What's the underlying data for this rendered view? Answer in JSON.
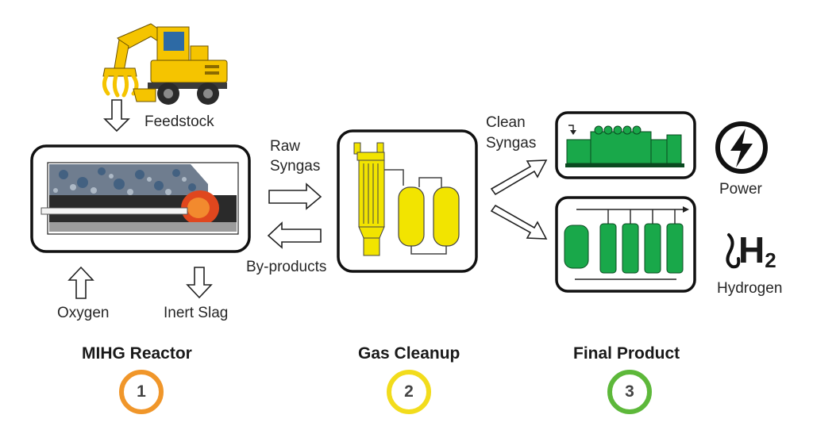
{
  "labels": {
    "feedstock": "Feedstock",
    "raw_syngas_line1": "Raw",
    "raw_syngas_line2": "Syngas",
    "by_products": "By-products",
    "clean_syngas_line1": "Clean",
    "clean_syngas_line2": "Syngas",
    "oxygen": "Oxygen",
    "inert_slag": "Inert Slag",
    "power": "Power",
    "hydrogen": "Hydrogen",
    "h2_symbol": "H",
    "h2_subscript": "2"
  },
  "stages": [
    {
      "title": "MIHG Reactor",
      "number": "1",
      "color": "#f0962a"
    },
    {
      "title": "Gas Cleanup",
      "number": "2",
      "color": "#f2dc1c"
    },
    {
      "title": "Final Product",
      "number": "3",
      "color": "#5db83a"
    }
  ],
  "colors": {
    "excavator": "#f5c400",
    "cleanup_equipment": "#f2e400",
    "product_equipment": "#19a84a",
    "reactor_hot_zone": "#e0471e",
    "outline": "#111111"
  },
  "icons": [
    "excavator-icon",
    "lightning-bolt-icon",
    "hydrogen-molecule-icon",
    "generator-icon",
    "separator-vessels-icon"
  ]
}
